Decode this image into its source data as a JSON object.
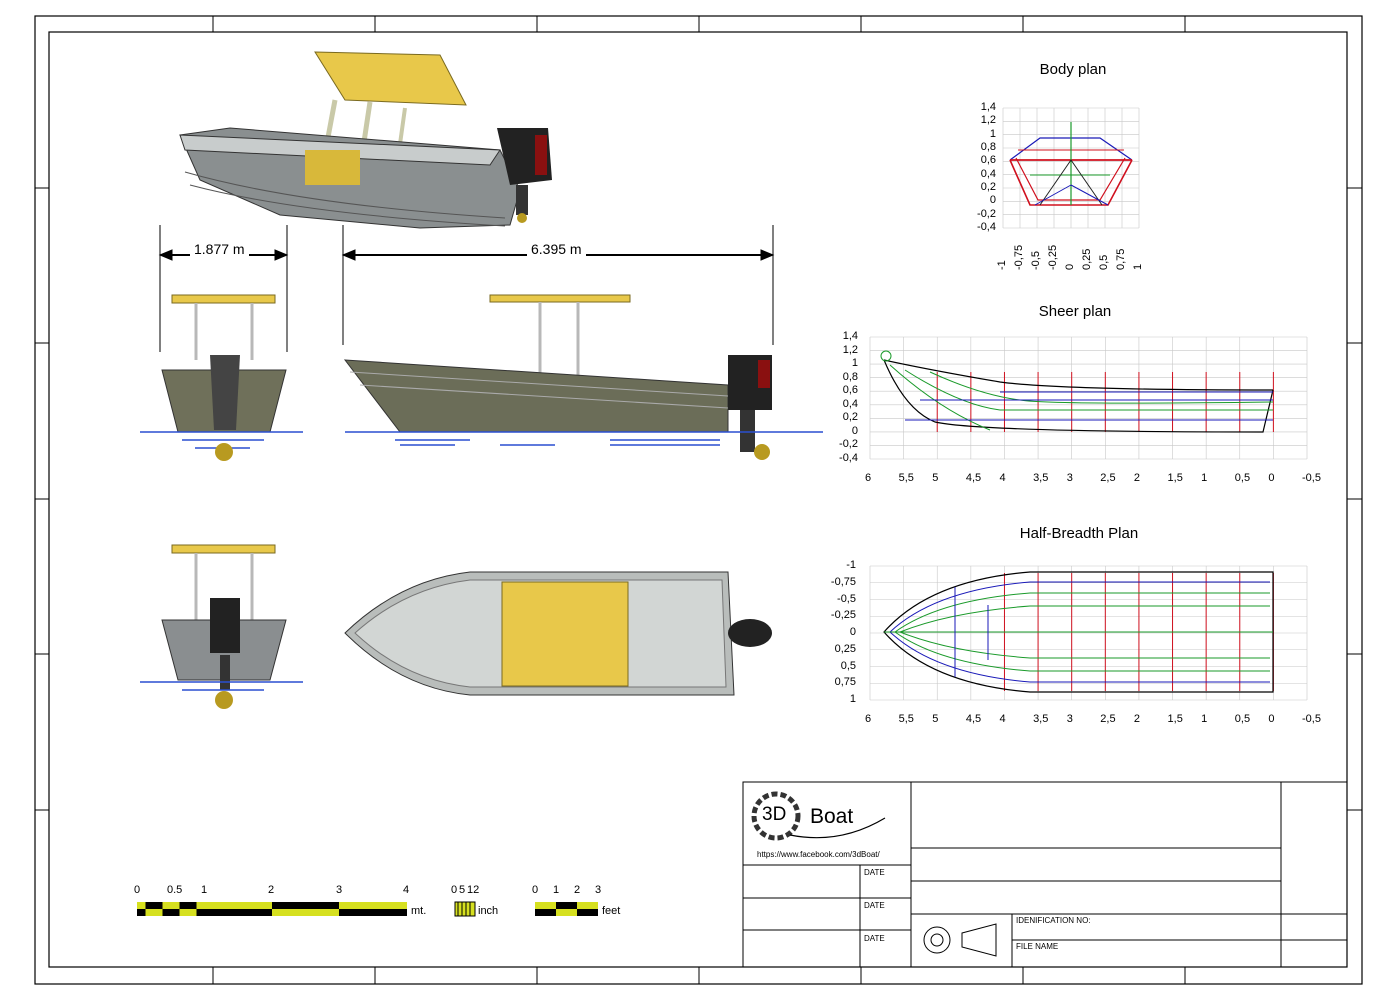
{
  "dimensions": {
    "beam": "1.877 m",
    "length": "6.395 m"
  },
  "charts": {
    "body_plan": {
      "title": "Body plan",
      "y_ticks": [
        "1,4",
        "1,2",
        "1",
        "0,8",
        "0,6",
        "0,4",
        "0,2",
        "0",
        "-0,2",
        "-0,4"
      ],
      "x_ticks": [
        "-1",
        "-0,75",
        "-0,5",
        "-0,25",
        "0",
        "0,25",
        "0,5",
        "0,75",
        "1"
      ]
    },
    "sheer_plan": {
      "title": "Sheer plan",
      "y_ticks": [
        "1,4",
        "1,2",
        "1",
        "0,8",
        "0,6",
        "0,4",
        "0,2",
        "0",
        "-0,2",
        "-0,4"
      ],
      "x_ticks": [
        "6",
        "5,5",
        "5",
        "4,5",
        "4",
        "3,5",
        "3",
        "2,5",
        "2",
        "1,5",
        "1",
        "0,5",
        "0",
        "-0,5"
      ]
    },
    "half_breadth_plan": {
      "title": "Half-Breadth Plan",
      "y_ticks": [
        "-1",
        "-0,75",
        "-0,5",
        "-0,25",
        "0",
        "0,25",
        "0,5",
        "0,75",
        "1"
      ],
      "x_ticks": [
        "6",
        "5,5",
        "5",
        "4,5",
        "4",
        "3,5",
        "3",
        "2,5",
        "2",
        "1,5",
        "1",
        "0,5",
        "0",
        "-0,5"
      ]
    }
  },
  "scale_bars": {
    "metric": {
      "ticks": [
        "0",
        "0.5",
        "1",
        "2",
        "3",
        "4"
      ],
      "unit": "mt."
    },
    "inch": {
      "ticks": [
        "0",
        "5",
        "12"
      ],
      "unit": "inch"
    },
    "feet": {
      "ticks": [
        "0",
        "1",
        "2",
        "3"
      ],
      "unit": "feet"
    }
  },
  "title_block": {
    "logo_text_3d": "3D",
    "logo_text_boat": "Boat",
    "url": "https://www.facebook.com/3dBoat/",
    "date_label": "DATE",
    "identification_label": "IDENIFICATION NO:",
    "file_name_label": "FILE NAME"
  },
  "colors": {
    "hull_yellow": "#e8c84a",
    "water_blue": "#2a4fd0",
    "station_red": "#d0101e",
    "waterline_green": "#1a9a2a",
    "buttock_blue": "#1a1ab8"
  }
}
